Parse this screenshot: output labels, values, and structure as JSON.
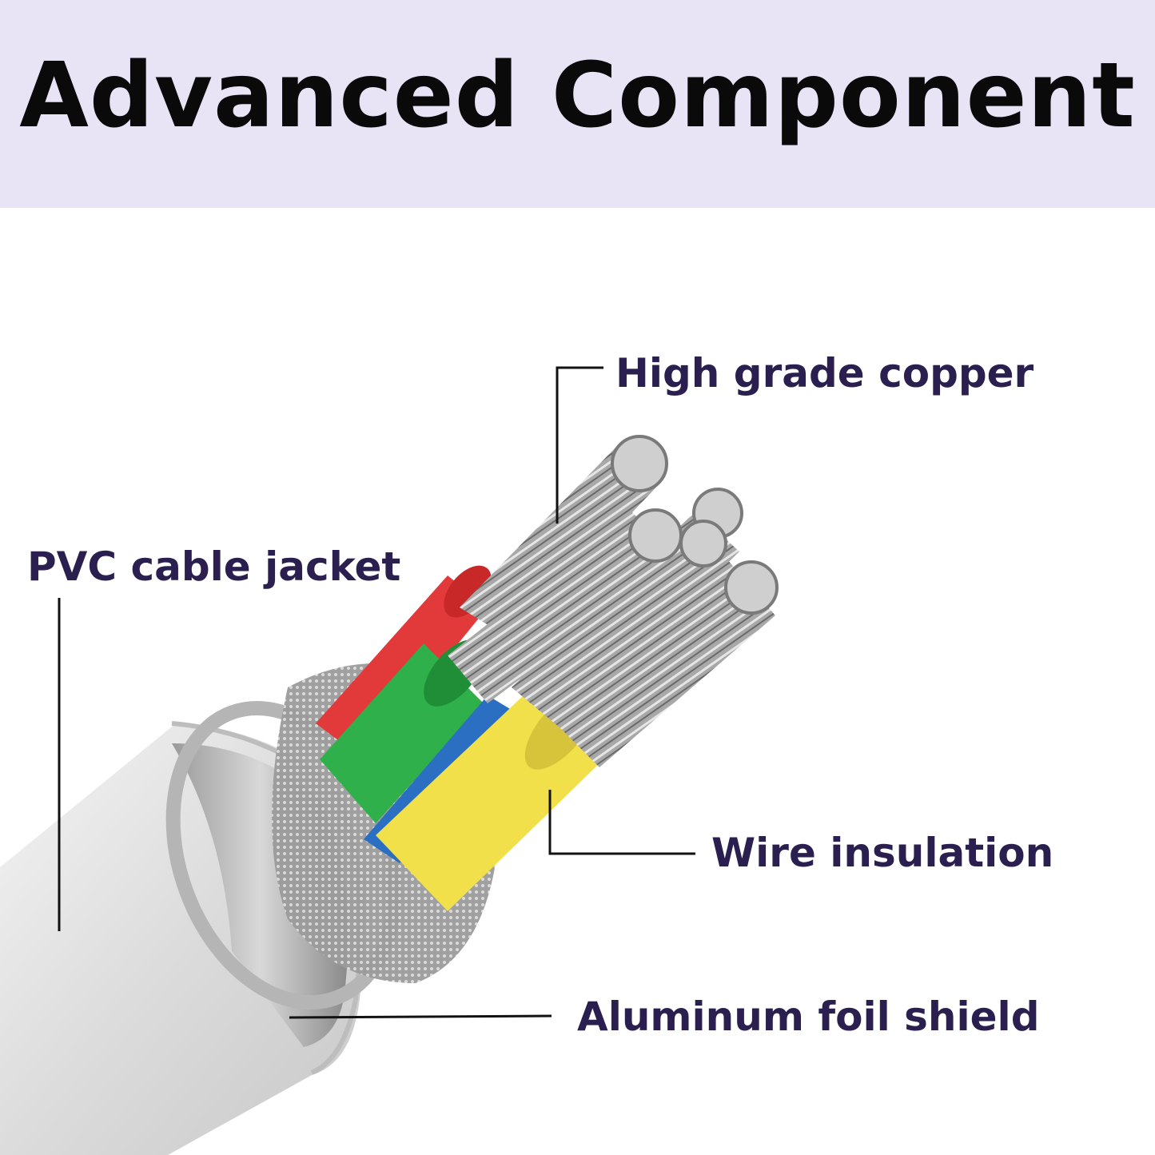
{
  "header": {
    "title": "Advanced Component"
  },
  "labels": {
    "copper": "High grade copper",
    "jacket": "PVC cable jacket",
    "insulation": "Wire insulation",
    "foil": "Aluminum foil shield"
  },
  "colors": {
    "banner_bg": "#e9e3f6",
    "label_text": "#2a1f4e",
    "wire_red": "#e23a3a",
    "wire_green": "#2fb04a",
    "wire_blue": "#2a6fc2",
    "wire_yellow": "#f2e04b",
    "copper_strand": "#9a9a9a"
  }
}
